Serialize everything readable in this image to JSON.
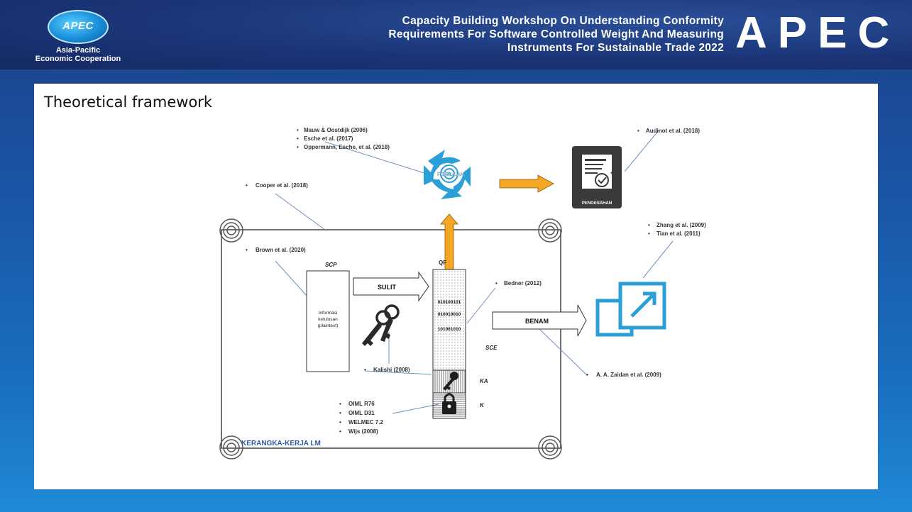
{
  "header": {
    "logo_text": "APEC",
    "logo_sub_line1": "Asia-Pacific",
    "logo_sub_line2": "Economic Cooperation",
    "title_lines": [
      "Capacity Building Workshop On Understanding Conformity",
      "Requirements For Software Controlled Weight And Measuring",
      "Instruments For Sustainable Trade 2022"
    ],
    "brand": "APEC"
  },
  "slide": {
    "title": "Theoretical framework"
  },
  "diagram": {
    "refs_top": [
      "Mauw & Oostdijk (2006)",
      "Esche et al. (2017)",
      "Oppermann, Esche, et al. (2018)"
    ],
    "ref_audinot": "Audinot et al. (2018)",
    "ref_cooper": "Cooper et al. (2018)",
    "ref_brown": "Brown et al. (2020)",
    "refs_zhang": [
      "Zhang et al. (2009)",
      "Tian et al. (2011)"
    ],
    "ref_bedner": "Bedner (2012)",
    "ref_kalishi": "Kalishi (2008)",
    "ref_zaidan": "A. A. Zaidan et al. (2009)",
    "refs_oiml": [
      "OIML R76",
      "OIML D31",
      "WELMEC 7.2",
      "Wijs (2008)"
    ],
    "label_penilaian": "PENILAIAN",
    "label_pengesahan": "PENGESAHAN",
    "label_sulit": "SULIT",
    "label_benam": "BENAM",
    "label_scp": "SCP",
    "label_qf": "QF",
    "label_sce": "SCE",
    "label_ka": "KA",
    "label_k": "K",
    "info_lines": [
      "Informasi",
      "kelulusan",
      "(plaintext)"
    ],
    "binary_lines": [
      "010100101",
      "010010010",
      "101001010"
    ],
    "framework_label": "KERANGKA-KERJA LM",
    "colors": {
      "accent_orange": "#f5a623",
      "accent_blue": "#2a9fd8",
      "frame_label": "#2b5aa8"
    }
  }
}
